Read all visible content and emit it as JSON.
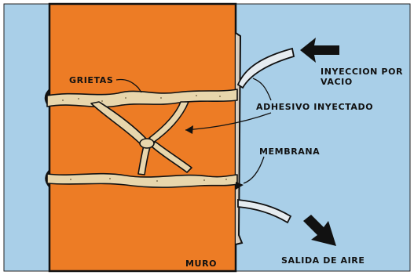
{
  "labels": {
    "cracks": "GRIETAS",
    "vacuum_injection_line1": "INYECCION POR",
    "vacuum_injection_line2": "VACIO",
    "injected_adhesive": "ADHESIVO INYECTADO",
    "membrane": "MEMBRANA",
    "air_outlet": "SALIDA DE AIRE",
    "wall": "MURO"
  },
  "colors": {
    "background": "#a9cfe8",
    "wall": "#ed7c25",
    "crack_fill": "#e8d6ac",
    "ink": "#111111",
    "frame": "#ffffff"
  }
}
